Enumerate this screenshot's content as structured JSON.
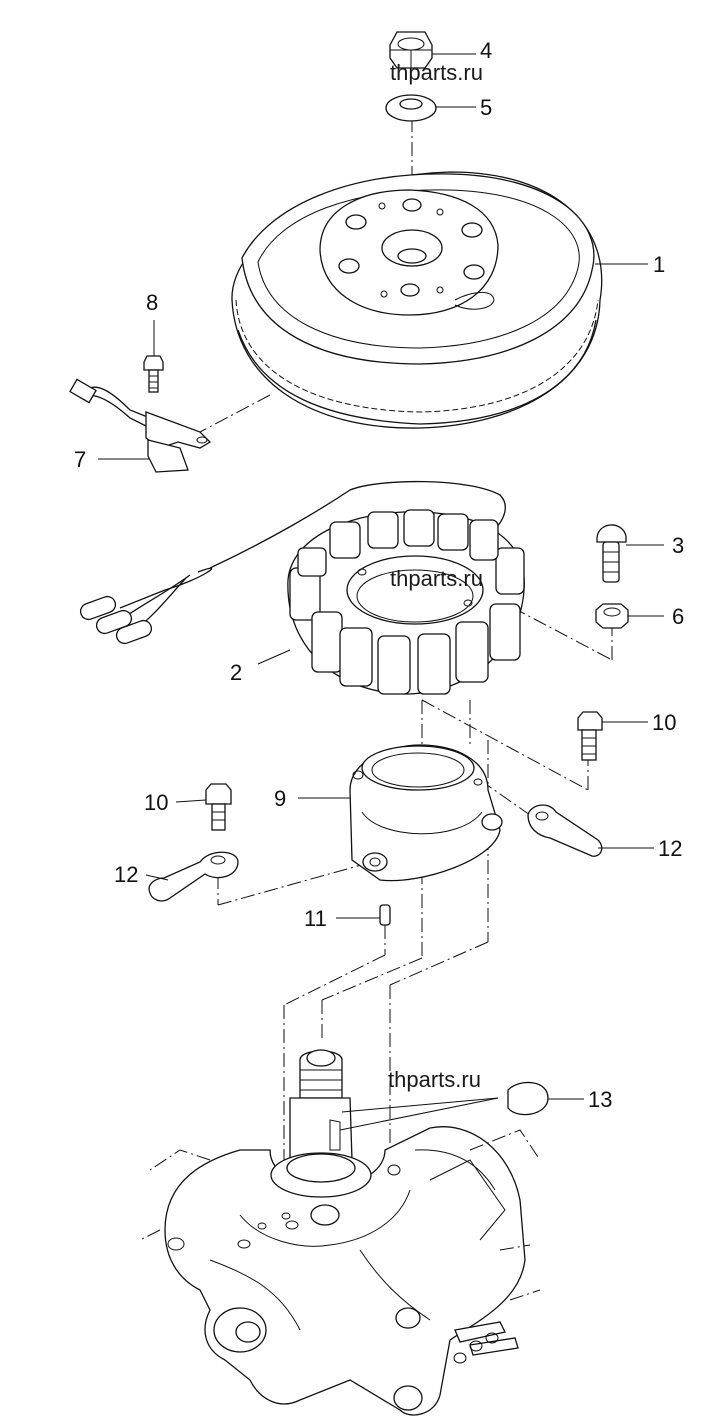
{
  "watermarks": [
    "thparts.ru",
    "thparts.ru",
    "thparts.ru"
  ],
  "callouts": [
    {
      "id": "1",
      "label": "1"
    },
    {
      "id": "2",
      "label": "2"
    },
    {
      "id": "3",
      "label": "3"
    },
    {
      "id": "4",
      "label": "4"
    },
    {
      "id": "5",
      "label": "5"
    },
    {
      "id": "6",
      "label": "6"
    },
    {
      "id": "7",
      "label": "7"
    },
    {
      "id": "8",
      "label": "8"
    },
    {
      "id": "9",
      "label": "9"
    },
    {
      "id": "10a",
      "label": "10"
    },
    {
      "id": "10b",
      "label": "10"
    },
    {
      "id": "11",
      "label": "11"
    },
    {
      "id": "12a",
      "label": "12"
    },
    {
      "id": "12b",
      "label": "12"
    },
    {
      "id": "13",
      "label": "13"
    }
  ]
}
